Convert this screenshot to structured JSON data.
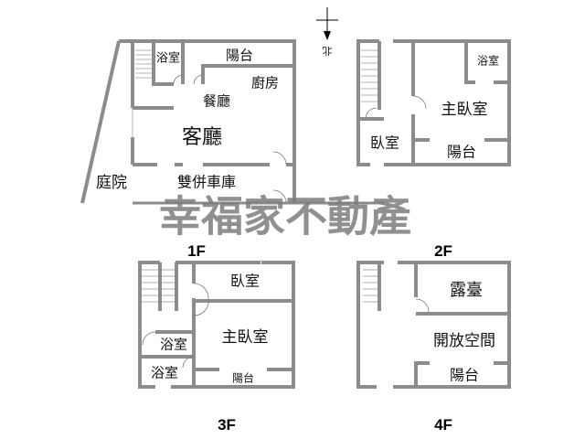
{
  "north_arrow": {
    "label": "北"
  },
  "watermark": "幸福家不動產",
  "floors": {
    "f1": {
      "label": "1F",
      "rooms": {
        "bath": "浴室",
        "balcony": "陽台",
        "kitchen": "廚房",
        "dining": "餐廳",
        "living": "客廳",
        "yard": "庭院",
        "garage": "雙併車庫"
      }
    },
    "f2": {
      "label": "2F",
      "rooms": {
        "bath": "浴室",
        "master": "主臥室",
        "bedroom": "臥室",
        "balcony": "陽台"
      }
    },
    "f3": {
      "label": "3F",
      "rooms": {
        "bedroom": "臥室",
        "master": "主臥室",
        "bath1": "浴室",
        "bath2": "浴室",
        "balcony": "陽台"
      }
    },
    "f4": {
      "label": "4F",
      "rooms": {
        "terrace": "露臺",
        "open": "開放空間",
        "balcony": "陽台"
      }
    }
  },
  "colors": {
    "wall": "#8c8c8c",
    "watermark": "#7d7d7d"
  }
}
